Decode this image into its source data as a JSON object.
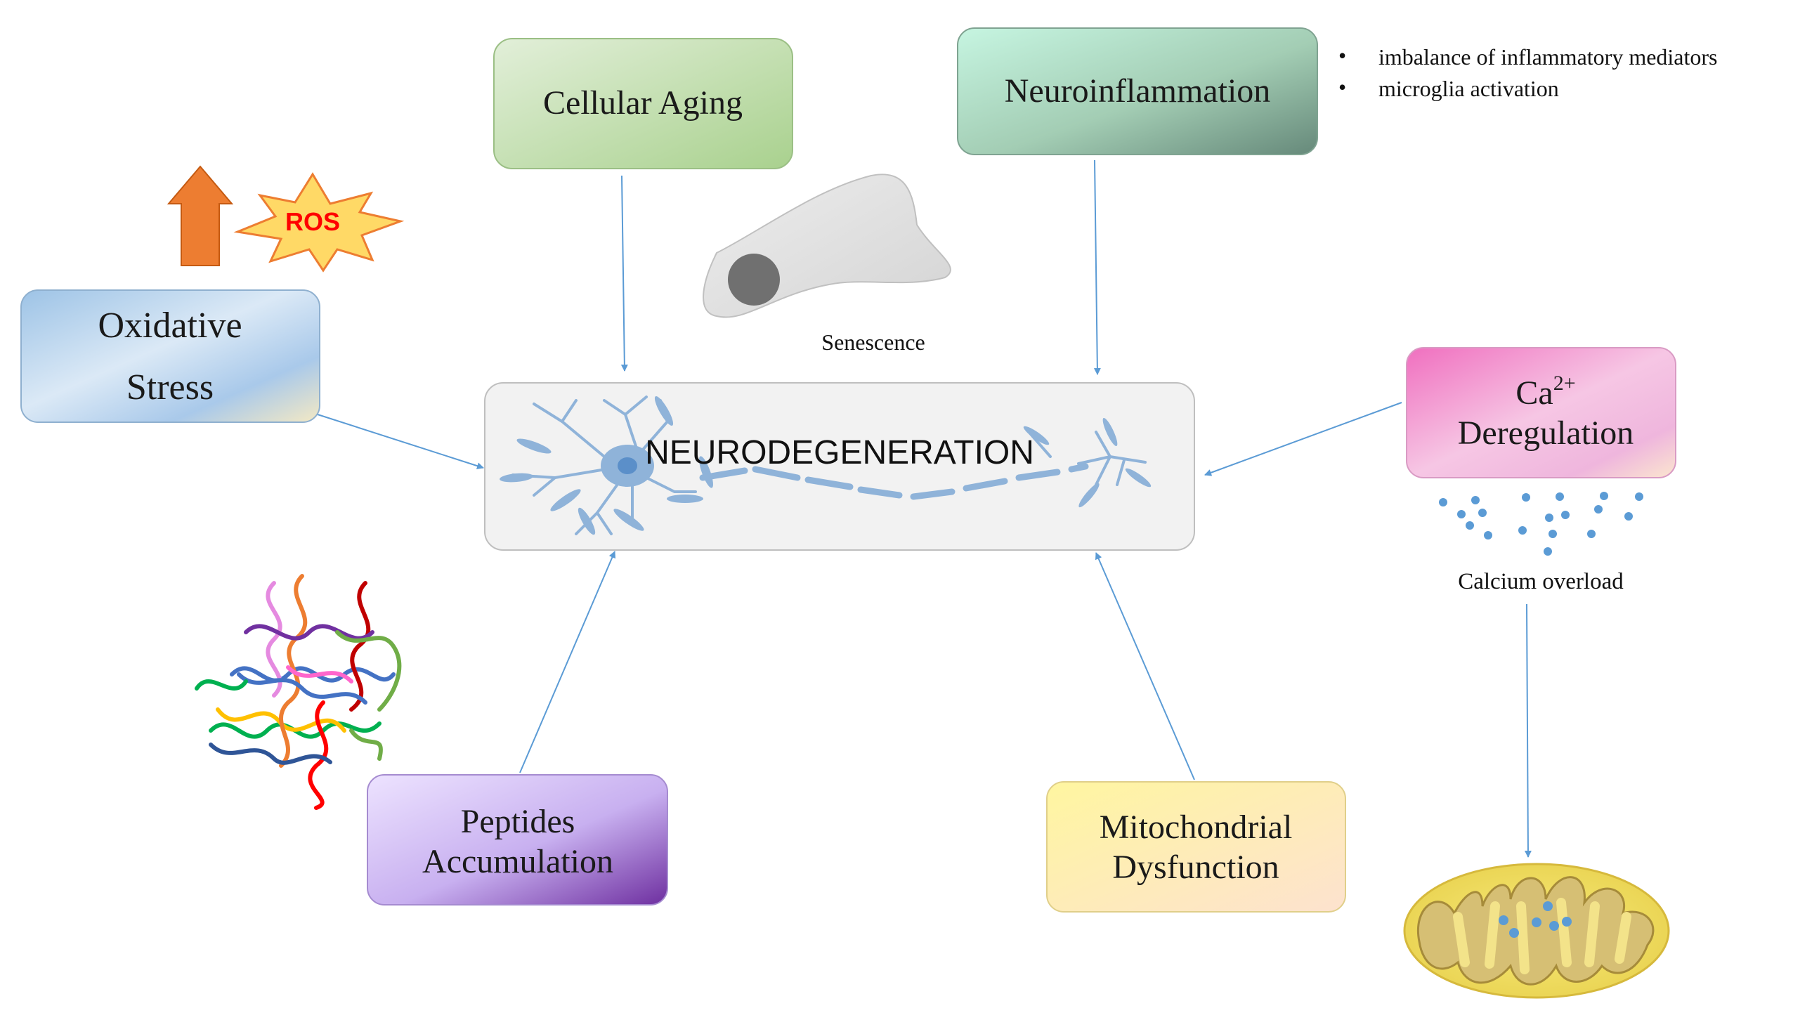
{
  "center": {
    "label": "NEURODEGENERATION"
  },
  "boxes": {
    "cellular_aging": {
      "label": "Cellular Aging"
    },
    "neuroinflammation": {
      "label": "Neuroinflammation"
    },
    "oxidative_stress": {
      "line1": "Oxidative",
      "line2": "Stress"
    },
    "calcium": {
      "line1": "Ca",
      "superscript": "2+",
      "line2": "Deregulation"
    },
    "peptides": {
      "line1": "Peptides",
      "line2": "Accumulation"
    },
    "mitochondrial": {
      "line1": "Mitochondrial",
      "line2": "Dysfunction"
    }
  },
  "neuroinflammation_notes": [
    "imbalance of inflammatory mediators",
    "microglia activation"
  ],
  "labels": {
    "senescence": "Senescence",
    "ros": "ROS",
    "calcium_overload": "Calcium overload"
  },
  "colors": {
    "arrow": "#5b9bd5",
    "neuron": "#8fb3d9",
    "ros_fill": "#ffd966",
    "ros_text": "#ff0000",
    "up_arrow": "#ed7d31"
  }
}
